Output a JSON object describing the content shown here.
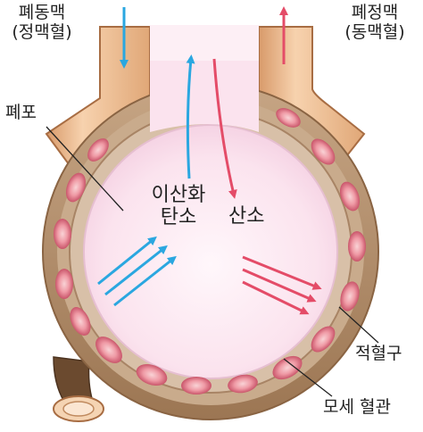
{
  "labels": {
    "pulmonary_artery": "폐동맥",
    "pulmonary_artery_sub": "(정맥혈)",
    "pulmonary_vein": "폐정맥",
    "pulmonary_vein_sub": "(동맥혈)",
    "alveolus": "폐포",
    "co2_line1": "이산화",
    "co2_line2": "탄소",
    "oxygen": "산소",
    "red_blood_cell": "적혈구",
    "capillary": "모세 혈관"
  },
  "colors": {
    "vessel_fill": "#f2c7a0",
    "vessel_edge": "#a86d43",
    "wall_fill": "#b08d6c",
    "alveolus_inner": "#fbe6f0",
    "rbc_fill": "#e08490",
    "rbc_core": "#f6c2c6",
    "co2_arrow": "#2aa7e0",
    "o2_arrow": "#e44c68"
  }
}
